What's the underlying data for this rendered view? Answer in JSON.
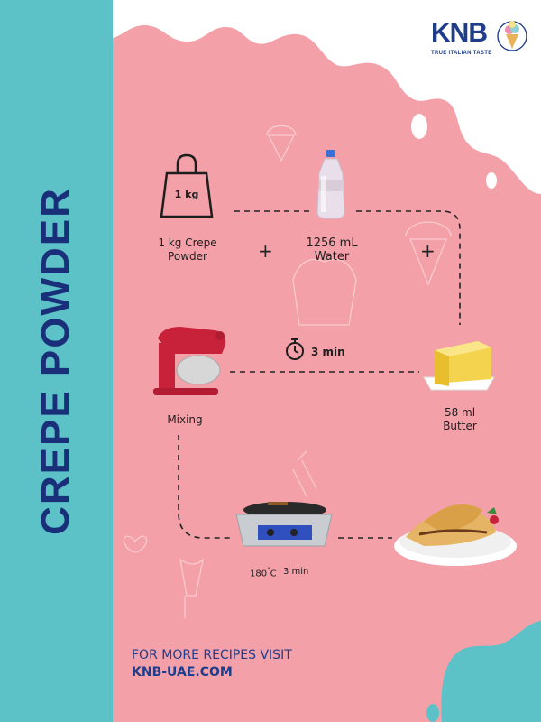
{
  "title": "CREPE POWDER",
  "brand": {
    "name": "KNB",
    "tagline": "TRUE ITALIAN TASTE"
  },
  "steps": {
    "powder": {
      "bag_text": "1 kg",
      "label_line1": "1 kg Crepe",
      "label_line2": "Powder"
    },
    "water": {
      "label_line1": "1256 mL",
      "label_line2": "Water"
    },
    "butter": {
      "label_line1": "58 ml",
      "label_line2": "Butter"
    },
    "mixing": {
      "label": "Mixing",
      "time": "3 min"
    },
    "cooking": {
      "temp": "180",
      "degree": "°",
      "temp_unit": "C",
      "time": "3 min"
    }
  },
  "operators": {
    "plus": "+"
  },
  "footer": {
    "line1": "FOR MORE RECIPES VISIT",
    "line2": "KNB-UAE.COM"
  },
  "colors": {
    "sidebar": "#5cc2c8",
    "background": "#f4a0a8",
    "brand_blue": "#1a2f7a"
  },
  "icons": [
    "shopping-bag-icon",
    "water-bottle-icon",
    "butter-icon",
    "stand-mixer-icon",
    "stopwatch-icon",
    "crepe-maker-icon",
    "crepes-plate-icon",
    "kng-cone-logo-icon"
  ]
}
